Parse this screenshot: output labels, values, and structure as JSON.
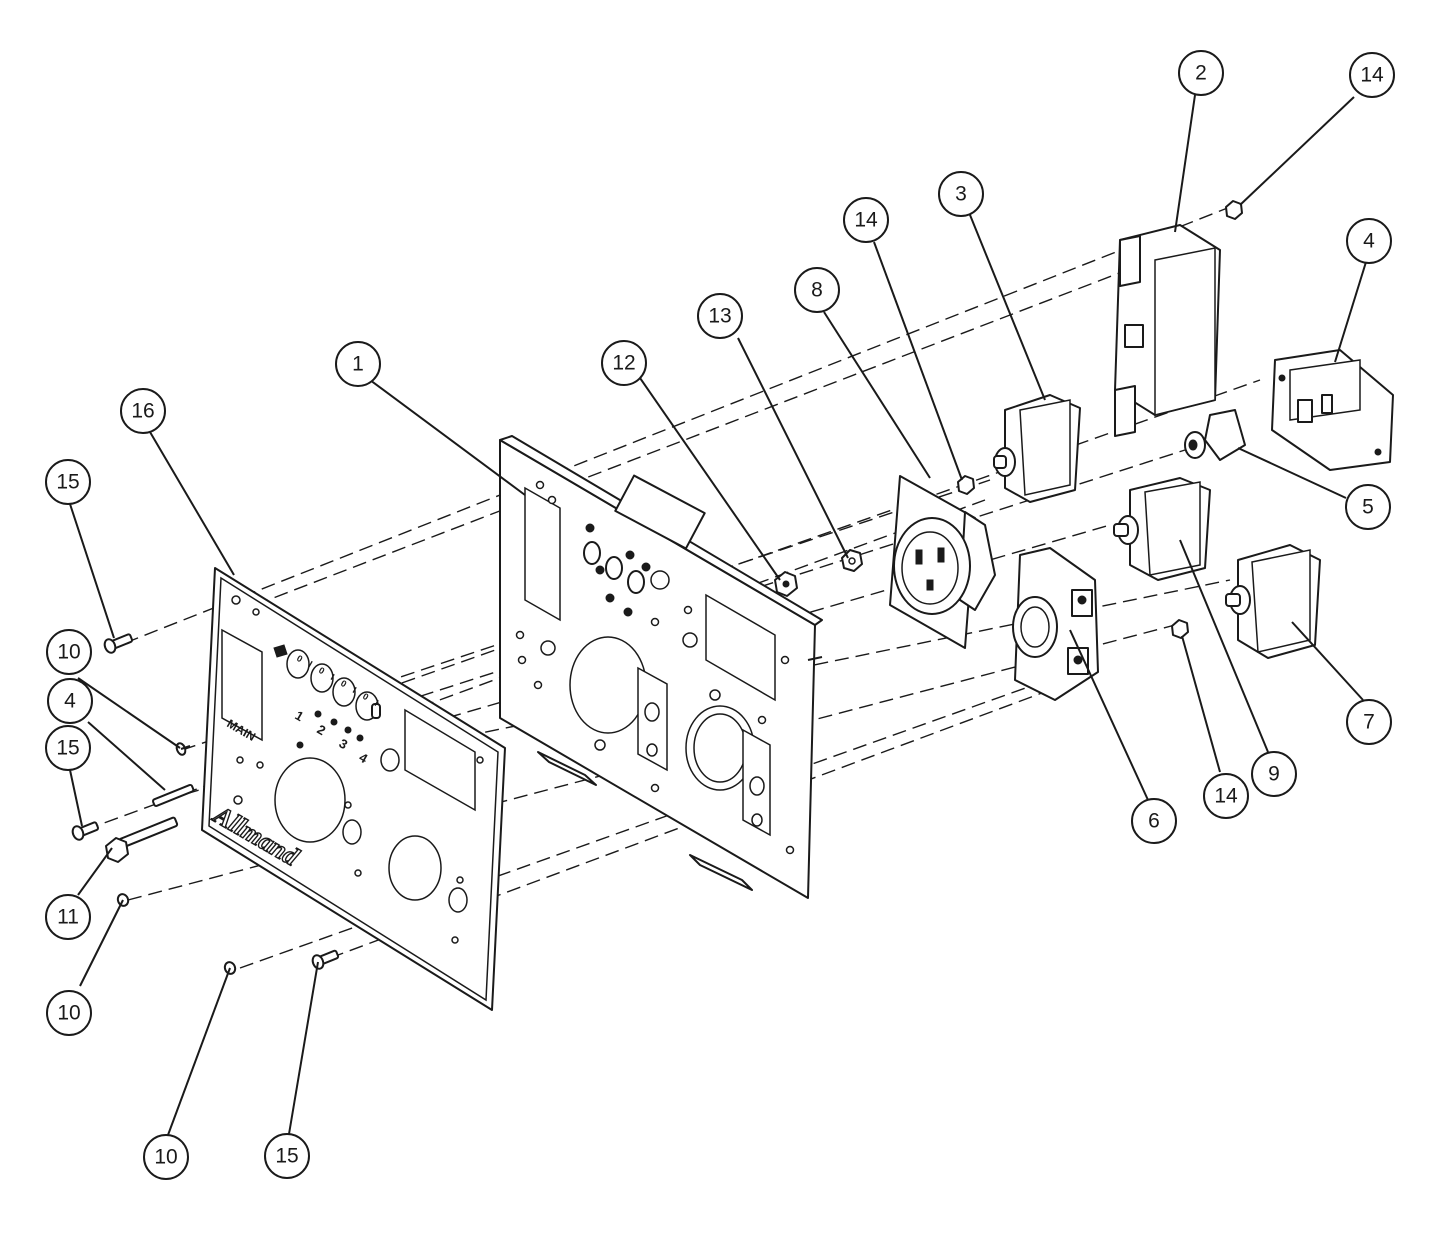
{
  "diagram": {
    "callouts": [
      {
        "id": "c1",
        "label": "1"
      },
      {
        "id": "c2",
        "label": "2"
      },
      {
        "id": "c3",
        "label": "3"
      },
      {
        "id": "c4a",
        "label": "4"
      },
      {
        "id": "c4b",
        "label": "4"
      },
      {
        "id": "c5",
        "label": "5"
      },
      {
        "id": "c6",
        "label": "6"
      },
      {
        "id": "c7",
        "label": "7"
      },
      {
        "id": "c8",
        "label": "8"
      },
      {
        "id": "c9",
        "label": "9"
      },
      {
        "id": "c10a",
        "label": "10"
      },
      {
        "id": "c10b",
        "label": "10"
      },
      {
        "id": "c10c",
        "label": "10"
      },
      {
        "id": "c11",
        "label": "11"
      },
      {
        "id": "c12",
        "label": "12"
      },
      {
        "id": "c13",
        "label": "13"
      },
      {
        "id": "c14a",
        "label": "14"
      },
      {
        "id": "c14b",
        "label": "14"
      },
      {
        "id": "c14c",
        "label": "14"
      },
      {
        "id": "c15a",
        "label": "15"
      },
      {
        "id": "c15b",
        "label": "15"
      },
      {
        "id": "c15c",
        "label": "15"
      },
      {
        "id": "c16",
        "label": "16"
      }
    ],
    "panel_text": {
      "main_label": "MAIN",
      "brand_logo": "Allmand",
      "switch_marks": [
        "0",
        "I",
        "0",
        "I",
        "0",
        "I",
        "0",
        "I"
      ],
      "circuit_numbers": [
        "1",
        "2",
        "3",
        "4"
      ]
    }
  }
}
